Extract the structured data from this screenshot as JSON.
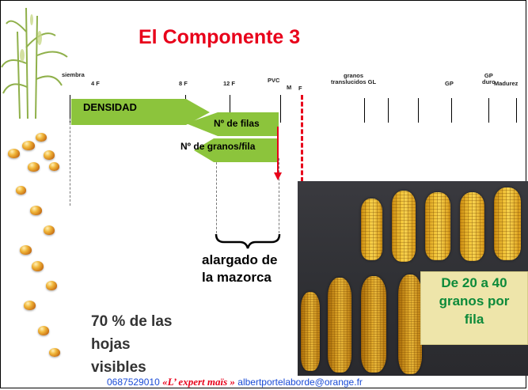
{
  "title": "El Componente 3",
  "stages": [
    {
      "id": "siembra",
      "label": "siembra"
    },
    {
      "id": "4f",
      "label": "4 F"
    },
    {
      "id": "8f",
      "label": "8 F"
    },
    {
      "id": "12f",
      "label": "12 F"
    },
    {
      "id": "pvc",
      "label": "PVC"
    },
    {
      "id": "m",
      "label": "M"
    },
    {
      "id": "f",
      "label": "F"
    },
    {
      "id": "granos",
      "label": "granos\ntranslucidos GL"
    },
    {
      "id": "gp",
      "label": "GP"
    },
    {
      "id": "gpduro",
      "label": "GP\nduro"
    },
    {
      "id": "madurez",
      "label": "Madurez"
    }
  ],
  "arrows": {
    "densidad": "DENSIDAD",
    "filas": "Nº de filas",
    "granos_fila": "Nº de granos/fila"
  },
  "brace_label": "alargado de\nla mazorca",
  "leaves_text": "70 % de las\nhojas\nvisibles",
  "callout": "De 20 a 40\ngranos por\nfila",
  "footer": {
    "phone": "0687529010",
    "brand": "«L’ expert maïs »",
    "email": "albertportelaborde@orange.fr"
  },
  "colors": {
    "title": "#e8001a",
    "arrow_green": "#8cc43c",
    "callout_bg": "#eee5aa",
    "callout_text": "#0d8a3a",
    "red_dash": "#e8001a"
  }
}
